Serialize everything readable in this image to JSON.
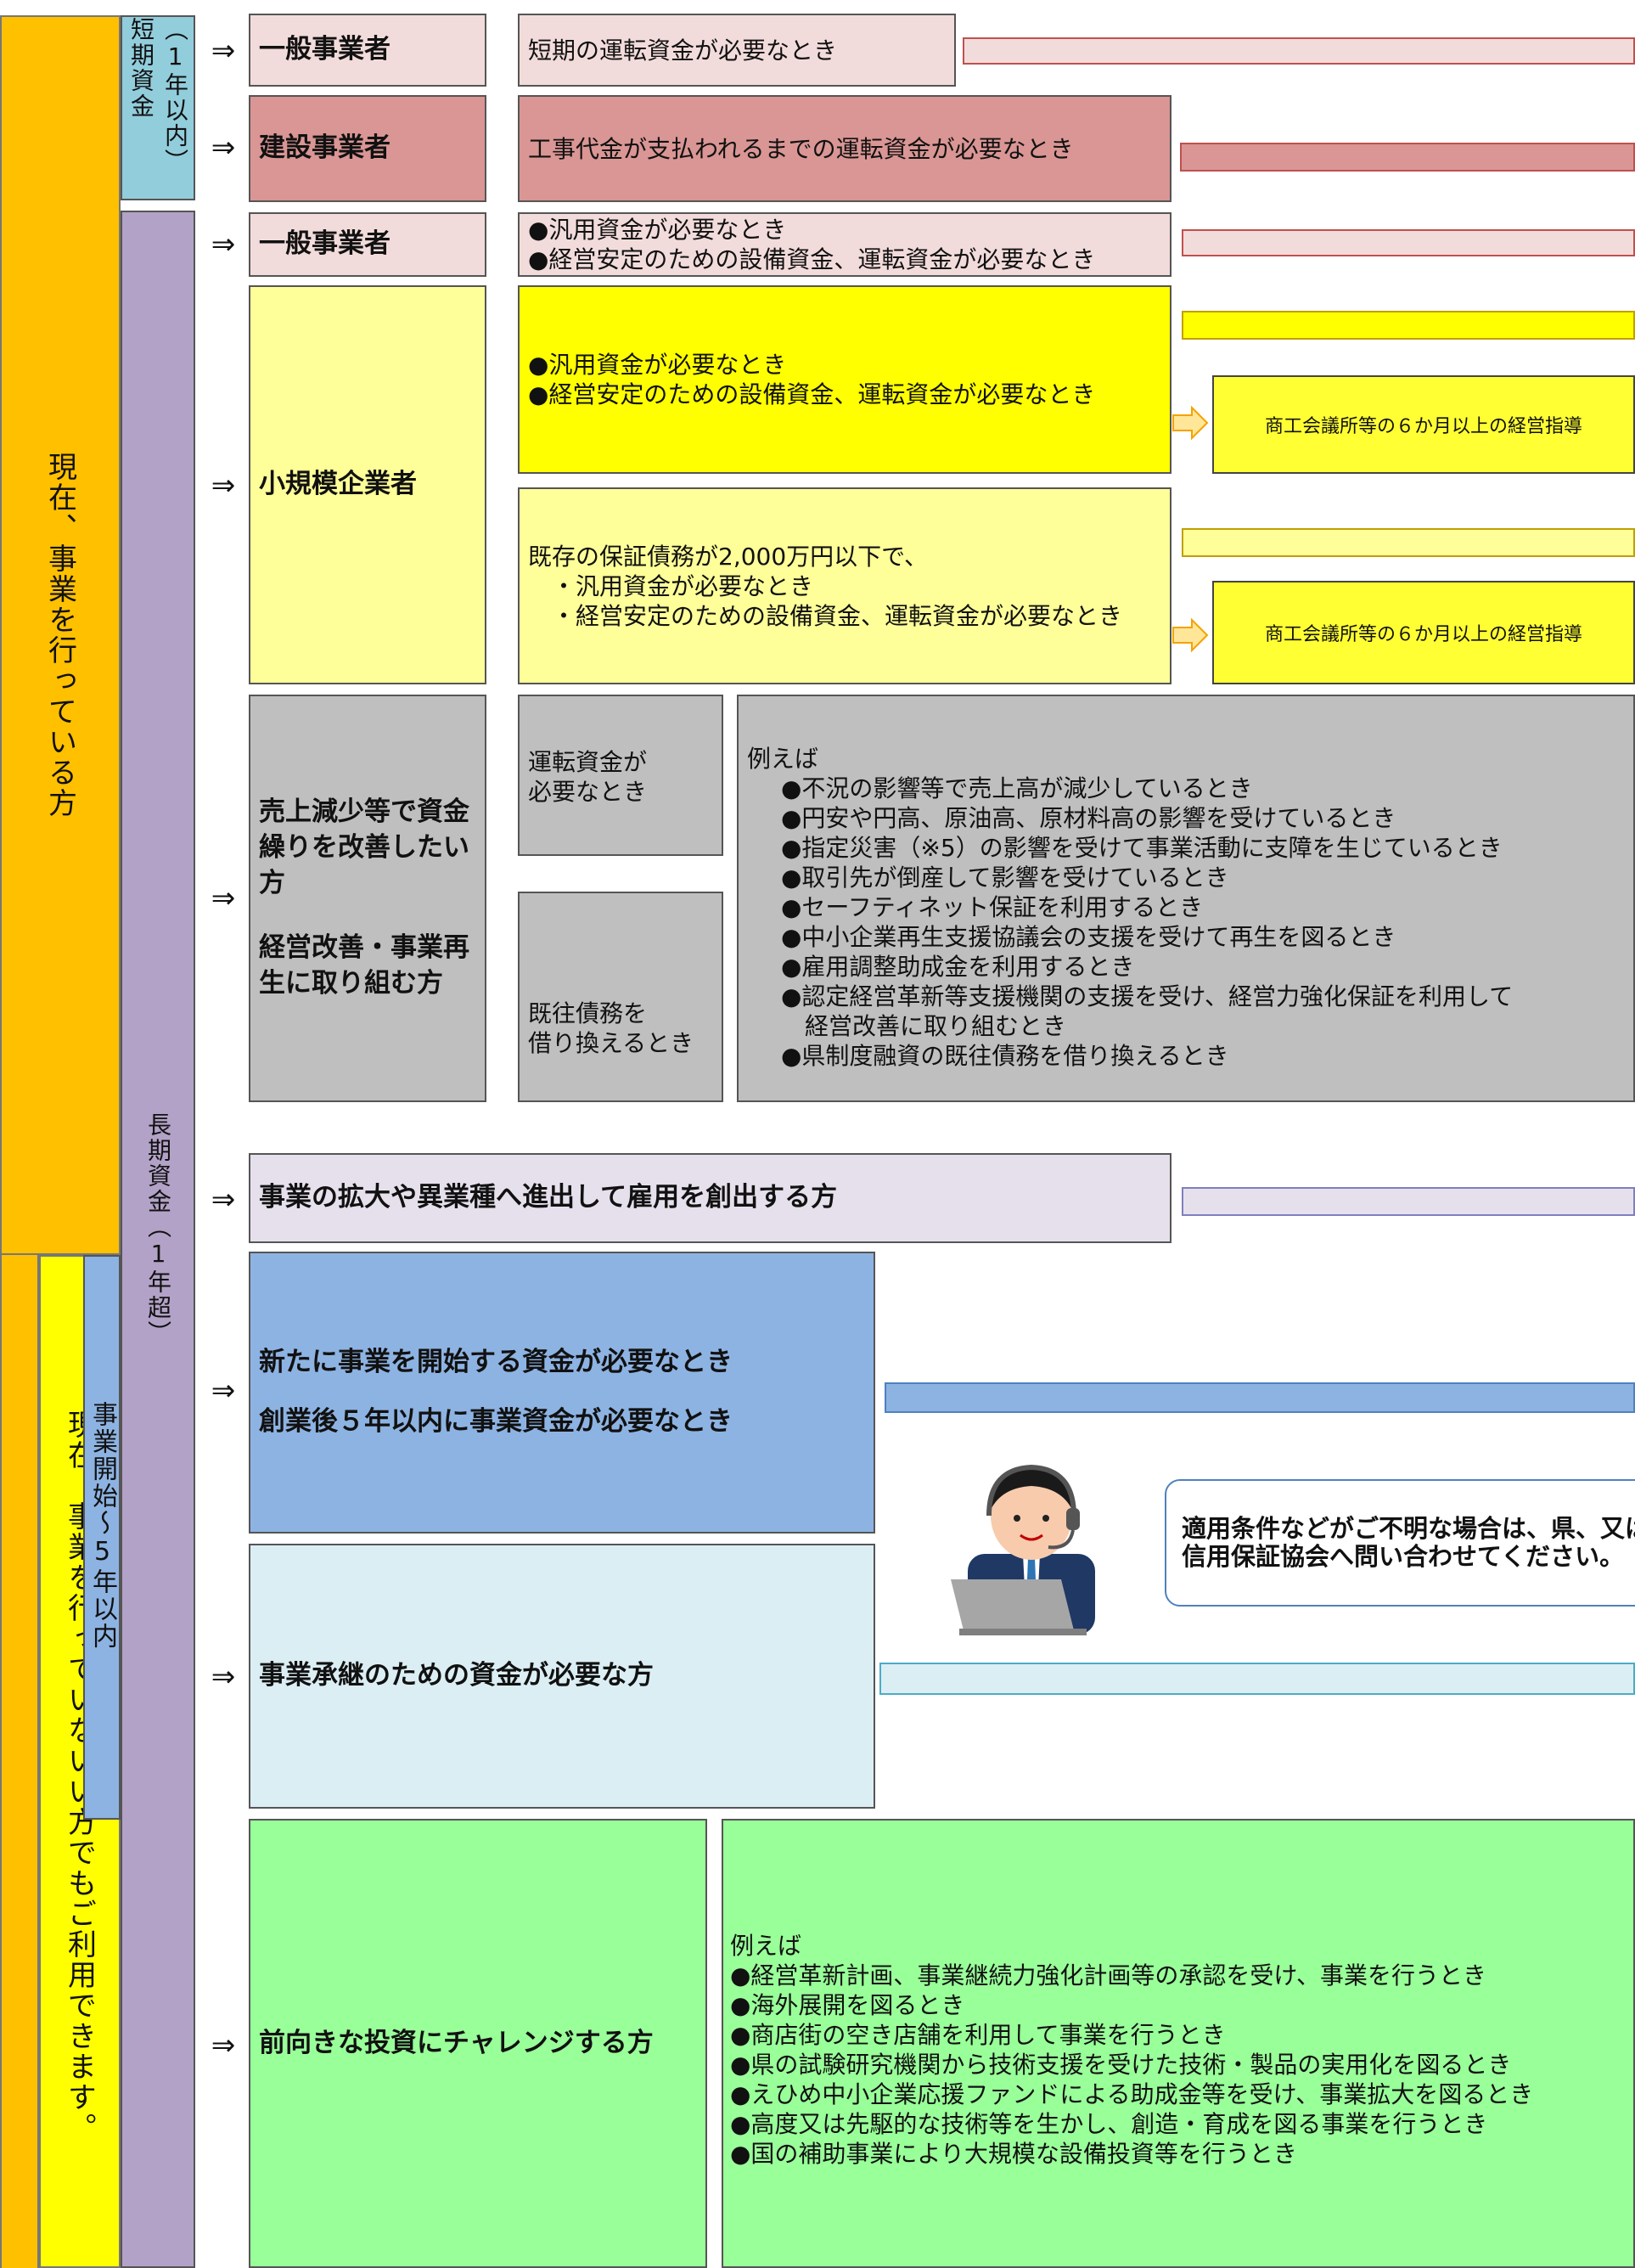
{
  "sidebar": {
    "current_business": "現在、事業を行っている方",
    "non_business": "現在、事業を行っていないい方でもご利用できます。",
    "short_term": "（1年以内）短期資金",
    "long_term": "長期資金（1年超）",
    "startup": "事業開始〜5年以内"
  },
  "arrow": "⇒",
  "rows": {
    "general_short": {
      "category": "一般事業者",
      "condition": "短期の運転資金が必要なとき"
    },
    "construction": {
      "category": "建設事業者",
      "condition": "工事代金が支払われるまでの運転資金が必要なとき"
    },
    "general_long": {
      "category": "一般事業者",
      "condition": "●汎用資金が必要なとき\n●経営安定のための設備資金、運転資金が必要なとき"
    },
    "small": {
      "category": "小規模企業者",
      "cond1": "●汎用資金が必要なとき\n●経営安定のための設備資金、運転資金が必要なとき",
      "cond2": "既存の保証債務が2,000万円以下で、\n　・汎用資金が必要なとき\n　・経営安定のための設備資金、運転資金が必要なとき",
      "guidance1": "商工会議所等の６か月以上の経営指導",
      "guidance2": "商工会議所等の６か月以上の経営指導"
    },
    "sales": {
      "category1": "売上減少等で資金繰りを改善したい方",
      "category2": "経営改善・事業再生に取り組む方",
      "sub1": "運転資金が\n必要なとき",
      "sub2": "既往債務を\n借り換えるとき",
      "examples_head": "例えば",
      "examples": [
        "●不況の影響等で売上高が減少しているとき",
        "●円安や円高、原油高、原材料高の影響を受けているとき",
        "●指定災害（※5）の影響を受けて事業活動に支障を生じているとき",
        "●取引先が倒産して影響を受けているとき",
        "●セーフティネット保証を利用するとき",
        "●中小企業再生支援協議会の支援を受けて再生を図るとき",
        "●雇用調整助成金を利用するとき",
        "●認定経営革新等支援機関の支援を受け、経営力強化保証を利用して\n　経営改善に取り組むとき",
        "●県制度融資の既往債務を借り換えるとき"
      ]
    },
    "expansion": {
      "category": "事業の拡大や異業種へ進出して雇用を創出する方"
    },
    "startup": {
      "line1": "新たに事業を開始する資金が必要なとき",
      "line2": "創業後５年以内に事業資金が必要なとき"
    },
    "succession": {
      "category": "事業承継のための資金が必要な方"
    },
    "challenge": {
      "category": "前向きな投資にチャレンジする方",
      "examples_head": "例えば",
      "examples": [
        "●経営革新計画、事業継続力強化計画等の承認を受け、事業を行うとき",
        "●海外展開を図るとき",
        "●商店街の空き店舗を利用して事業を行うとき",
        "●県の試験研究機関から技術支援を受けた技術・製品の実用化を図るとき",
        "●えひめ中小企業応援ファンドによる助成金等を受け、事業拡大を図るとき",
        "●高度又は先駆的な技術等を生かし、創造・育成を図る事業を行うとき",
        "●国の補助事業により大規模な設備投資等を行うとき"
      ]
    }
  },
  "inquiry": "適用条件などがご不明な場合は、県、又は\n信用保証協会へ問い合わせてください。",
  "colors": {
    "orange": "#ffc000",
    "teal": "#92cddc",
    "purple": "#b3a2c7",
    "yellow": "#ffff00",
    "pink": "#f2dcdb",
    "rose": "#d99694",
    "lightyellow": "#ffff99",
    "gray": "#bfbfbf",
    "lavender": "#e6e0ec",
    "blue": "#8db3e2",
    "lightblue": "#dbeef4",
    "green": "#99ff99"
  }
}
